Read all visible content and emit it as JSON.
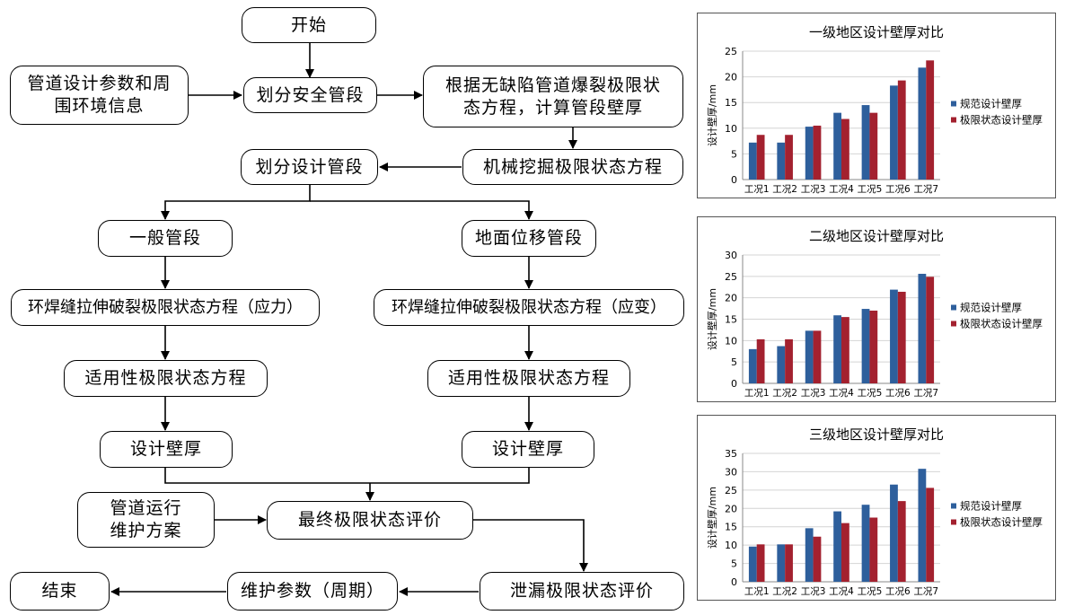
{
  "flowchart": {
    "nodes": {
      "start": "开始",
      "input": "管道设计参数和周\n围环境信息",
      "divide_safe": "划分安全管段",
      "burst": "根据无缺陷管道爆裂极限状\n态方程，计算管段壁厚",
      "excavation": "机械挖掘极限状态方程",
      "divide_design": "划分设计管段",
      "general": "一般管段",
      "ground": "地面位移管段",
      "girth_stress": "环焊缝拉伸破裂极限状态方程（应力）",
      "girth_strain": "环焊缝拉伸破裂极限状态方程（应变）",
      "service_left": "适用性极限状态方程",
      "service_right": "适用性极限状态方程",
      "thickness_left": "设计壁厚",
      "thickness_right": "设计壁厚",
      "maintenance_plan": "管道运行\n维护方案",
      "final_eval": "最终极限状态评价",
      "leak_eval": "泄漏极限状态评价",
      "maint_params": "维护参数（周期）",
      "end": "结束"
    }
  },
  "chart_data": [
    {
      "type": "bar",
      "title": "一级地区设计壁厚对比",
      "ylabel": "设计壁厚/mm",
      "categories": [
        "工况1",
        "工况2",
        "工况3",
        "工况4",
        "工况5",
        "工况6",
        "工况7"
      ],
      "ylim": [
        0,
        25
      ],
      "yticks": [
        0,
        5,
        10,
        15,
        20,
        25
      ],
      "series": [
        {
          "name": "规范设计壁厚",
          "color": "#2e5f9c",
          "values": [
            7.2,
            7.2,
            10.3,
            13.0,
            14.5,
            18.3,
            21.8
          ]
        },
        {
          "name": "极限状态设计壁厚",
          "color": "#a3212f",
          "values": [
            8.7,
            8.7,
            10.5,
            11.8,
            13.0,
            19.3,
            23.2
          ]
        }
      ],
      "legend": "right"
    },
    {
      "type": "bar",
      "title": "二级地区设计壁厚对比",
      "ylabel": "设计壁厚/mm",
      "categories": [
        "工况1",
        "工况2",
        "工况3",
        "工况4",
        "工况5",
        "工况6",
        "工况7"
      ],
      "ylim": [
        0,
        30
      ],
      "yticks": [
        0,
        5,
        10,
        15,
        20,
        25,
        30
      ],
      "series": [
        {
          "name": "规范设计壁厚",
          "color": "#2e5f9c",
          "values": [
            8.0,
            8.7,
            12.3,
            15.9,
            17.4,
            21.9,
            25.6
          ]
        },
        {
          "name": "极限状态设计壁厚",
          "color": "#a3212f",
          "values": [
            10.3,
            10.3,
            12.3,
            15.5,
            17.0,
            21.4,
            24.9
          ]
        }
      ],
      "legend": "right"
    },
    {
      "type": "bar",
      "title": "三级地区设计壁厚对比",
      "ylabel": "设计壁厚/mm",
      "categories": [
        "工况1",
        "工况2",
        "工况3",
        "工况4",
        "工况5",
        "工况6",
        "工况7"
      ],
      "ylim": [
        0,
        35
      ],
      "yticks": [
        0,
        5,
        10,
        15,
        20,
        25,
        30,
        35
      ],
      "series": [
        {
          "name": "规范设计壁厚",
          "color": "#2e5f9c",
          "values": [
            9.6,
            10.2,
            14.6,
            19.2,
            21.0,
            26.5,
            30.8
          ]
        },
        {
          "name": "极限状态设计壁厚",
          "color": "#a3212f",
          "values": [
            10.2,
            10.2,
            12.3,
            16.0,
            17.5,
            22.0,
            25.6
          ]
        }
      ],
      "legend": "right"
    }
  ]
}
